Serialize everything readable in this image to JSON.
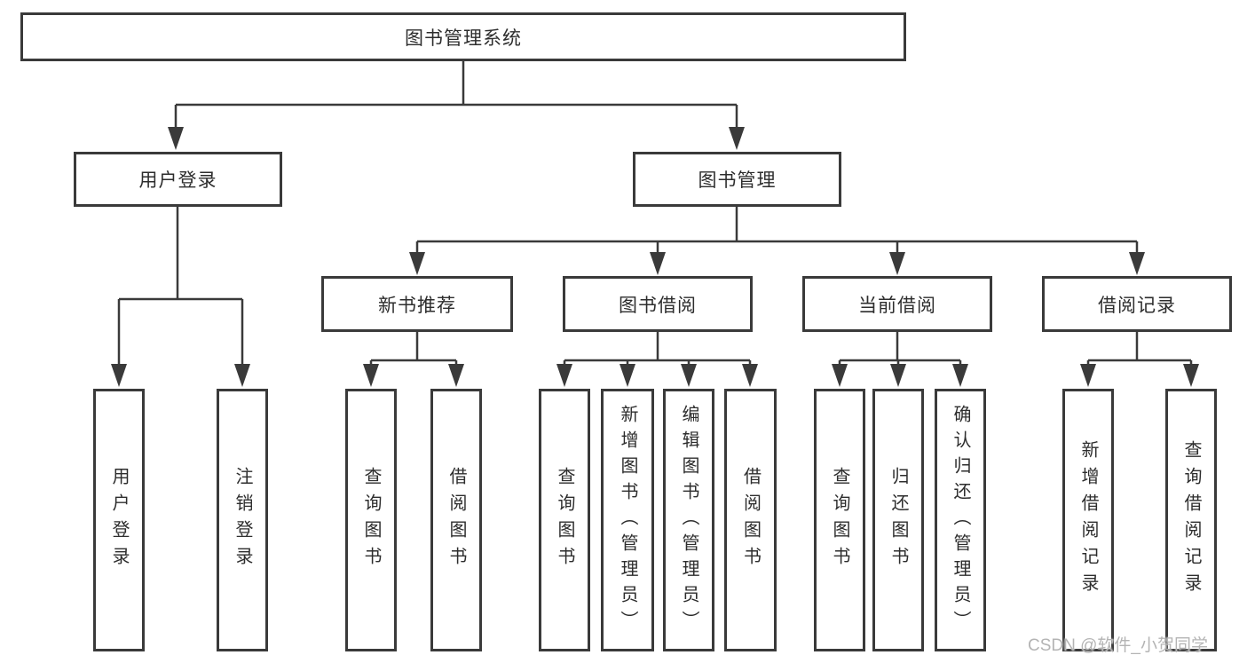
{
  "nodes": {
    "root": "图书管理系统",
    "login": "用户登录",
    "login_children": [
      "用户登录",
      "注销登录"
    ],
    "mgmt": "图书管理",
    "sections": [
      {
        "label": "新书推荐",
        "children": [
          "查询图书",
          "借阅图书"
        ]
      },
      {
        "label": "图书借阅",
        "children": [
          "查询图书",
          "新增图书（管理员）",
          "编辑图书（管理员）",
          "借阅图书"
        ]
      },
      {
        "label": "当前借阅",
        "children": [
          "查询图书",
          "归还图书",
          "确认归还（管理员）"
        ]
      },
      {
        "label": "借阅记录",
        "children": [
          "新增借阅记录",
          "查询借阅记录"
        ]
      }
    ]
  },
  "watermark": "CSDN @软件_小贺同学",
  "colors": {
    "line": "#3a3a3a",
    "text": "#2d2d2d",
    "watermark": "#b4b4b4",
    "background": "#ffffff"
  }
}
